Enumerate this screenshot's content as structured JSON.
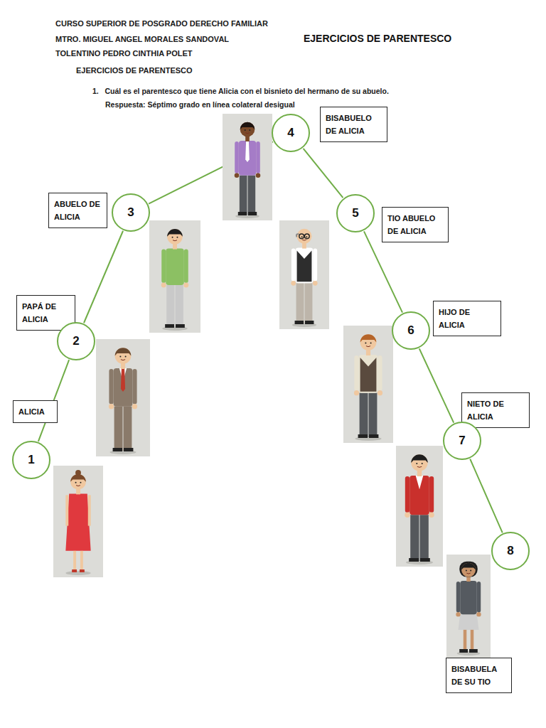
{
  "diagram": {
    "title": "EJERCICIOS DE PARENTESCO",
    "nodes": [
      {
        "text": [
          "4"
        ]
      },
      {
        "text": [
          "BISABUELO DE ALICIA"
        ]
      },
      {
        "text": [
          "ABUELO DE ALICIA"
        ]
      },
      {
        "text": [
          "3"
        ]
      },
      {
        "text": [
          "5"
        ]
      },
      {
        "text": [
          "TIO ABUELO DE ALICIA"
        ]
      },
      {
        "text": [
          "PAPÁ DE ALICIA"
        ]
      },
      {
        "text": [
          "6"
        ]
      },
      {
        "text": [
          "HIJO DE ALICIA"
        ]
      },
      {
        "text": [
          "2"
        ]
      },
      {
        "text": [
          "NIETO DE ALICIA"
        ]
      },
      {
        "text": [
          "ALICIA"
        ]
      },
      {
        "text": [
          "7"
        ]
      },
      {
        "text": [
          "1"
        ]
      },
      {
        "text": [
          "8"
        ]
      },
      {
        "text": [
          "BISABUELA DE SU TIO"
        ]
      }
    ],
    "edges": [
      {
        "from": 13,
        "to": 9,
        "arrow": "none"
      },
      {
        "from": 9,
        "to": 3,
        "arrow": "none"
      },
      {
        "from": 3,
        "to": 0,
        "arrow": "none"
      },
      {
        "from": 0,
        "to": 4,
        "arrow": "none"
      },
      {
        "from": 4,
        "to": 7,
        "arrow": "none"
      },
      {
        "from": 7,
        "to": 12,
        "arrow": "none"
      },
      {
        "from": 12,
        "to": 14,
        "arrow": "none"
      }
    ],
    "labels": [
      "CURSO SUPERIOR DE POSGRADO DERECHO FAMILIAR",
      "MTRO. MIGUEL ANGEL MORALES SANDOVAL",
      "TOLENTINO PEDRO CINTHIA POLET",
      "EJERCICIOS DE PARENTESCO",
      "1.   Cuál es el parentesco que tiene Alicia con el bisnieto del hermano de su abuelo.",
      "Respuesta: Séptimo grado en línea colateral desigual"
    ]
  }
}
